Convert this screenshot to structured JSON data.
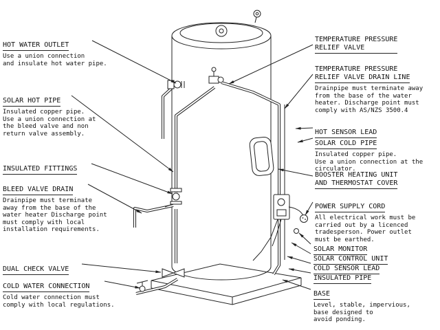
{
  "diagram": {
    "left": [
      {
        "title": "HOT WATER OUTLET",
        "desc": "Use a union connection\nand insulate hot water pipe."
      },
      {
        "title": "SOLAR HOT PIPE",
        "desc": "Insulated copper pipe.\nUse a union connection at\nthe bleed valve and non\nreturn valve assembly."
      },
      {
        "title": "INSULATED FITTINGS",
        "desc": ""
      },
      {
        "title": "BLEED VALVE DRAIN",
        "desc": "Drainpipe must terminate\naway from the base of the\nwater heater  Discharge point\nmust comply with local\ninstallation requirements."
      },
      {
        "title": "DUAL CHECK VALVE",
        "desc": ""
      },
      {
        "title": "COLD WATER CONNECTION",
        "desc": "Cold water connection must\ncomply with local regulations."
      }
    ],
    "right": [
      {
        "title": "TEMPERATURE PRESSURE\nRELIEF VALVE",
        "desc": ""
      },
      {
        "title": "TEMPERATURE PRESSURE\nRELIEF VALVE DRAIN LINE",
        "desc": "Drainpipe must terminate away\nfrom the base of the water\nheater. Discharge point must\ncomply with AS/NZS 3500.4"
      },
      {
        "title": "HOT SENSOR LEAD",
        "desc": ""
      },
      {
        "title": "SOLAR COLD PIPE",
        "desc": "Insulated copper pipe.\nUse a union connection at the\ncirculator."
      },
      {
        "title": "BOOSTER HEATING UNIT\nAND THERMOSTAT COVER",
        "desc": ""
      },
      {
        "title": "POWER SUPPLY CORD",
        "desc": "All electrical work must be\ncarried out by a licenced\ntradesperson. Power outlet\nmust be earthed."
      },
      {
        "title": "SOLAR MONITOR",
        "desc": ""
      },
      {
        "title": "SOLAR CONTROL UNIT",
        "desc": ""
      },
      {
        "title": "COLD SENSOR LEAD",
        "desc": ""
      },
      {
        "title": "INSULATED PIPE",
        "desc": ""
      },
      {
        "title": "BASE",
        "desc": "Level, stable, impervious,\nbase designed to\navoid ponding."
      }
    ],
    "line_color": "#222222",
    "background_color": "#ffffff"
  }
}
